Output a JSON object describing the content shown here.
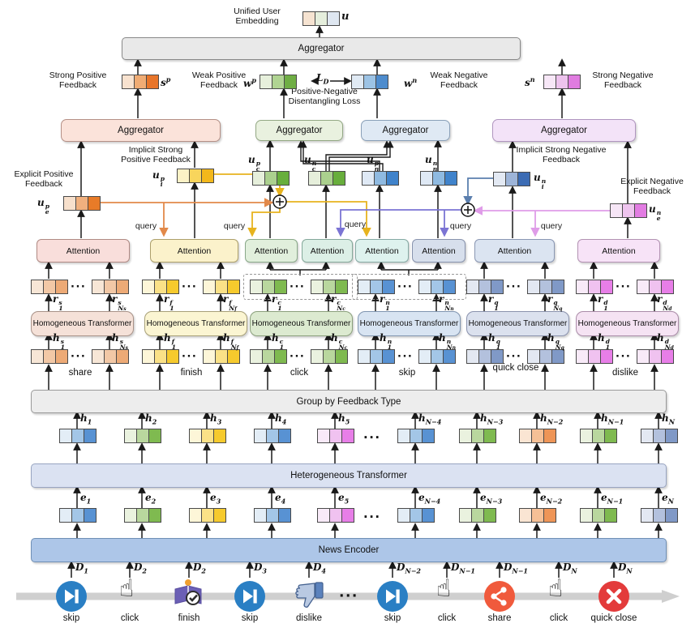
{
  "labels": {
    "aggregator": "Aggregator",
    "attention": "Attention",
    "query": "query",
    "homogeneous_transformer": "Homogeneous Transformer",
    "group_bar": "Group by Feedback Type",
    "heterogeneous_transformer": "Heterogeneous Transformer",
    "news_encoder": "News Encoder",
    "unified_embedding": "Unified User Embedding",
    "loss_caption": "Positive-Negative Disentangling Loss"
  },
  "feedback_texts": {
    "strong_positive": "Strong Positive Feedback",
    "weak_positive": "Weak Positive Feedback",
    "weak_negative": "Weak Negative Feedback",
    "strong_negative": "Strong Negative Feedback",
    "explicit_positive": "Explicit Positive Feedback",
    "implicit_strong_positive": "Implicit Strong Positive Feedback",
    "implicit_strong_negative": "Implicit Strong Negative Feedback",
    "explicit_negative": "Explicit Negative Feedback"
  },
  "symbols": {
    "u": {
      "b": "u"
    },
    "sp": {
      "b": "s",
      "sp": "p"
    },
    "wp": {
      "b": "w",
      "sp": "p"
    },
    "wn": {
      "b": "w",
      "sp": "n"
    },
    "sn": {
      "b": "s",
      "sp": "n"
    },
    "ld": {
      "b": "L",
      "sb": "D"
    },
    "uep": {
      "b": "u",
      "sp": "p",
      "sb": "e"
    },
    "uip": {
      "b": "u",
      "sp": "p",
      "sb": "i"
    },
    "ucp": {
      "b": "u",
      "sp": "p",
      "sb": "c"
    },
    "ucn": {
      "b": "u",
      "sp": "n",
      "sb": "c"
    },
    "unp": {
      "b": "u",
      "sp": "p",
      "sb": "n"
    },
    "unn": {
      "b": "u",
      "sp": "n",
      "sb": "n"
    },
    "uin": {
      "b": "u",
      "sp": "n",
      "sb": "i"
    },
    "uen": {
      "b": "u",
      "sp": "n",
      "sb": "e"
    }
  },
  "palettes": {
    "share": [
      "#f7e6d6",
      "#f2c8a6",
      "#edaa76"
    ],
    "share_strong": [
      "#f7e0cc",
      "#f0b07e",
      "#e87b28"
    ],
    "share_h": [
      "#fae5d3",
      "#f5c096",
      "#ee9557"
    ],
    "finish": [
      "#fdf6d8",
      "#fae187",
      "#f6ca2d"
    ],
    "finish_strong": [
      "#fcf2c6",
      "#f8d55c",
      "#f3b81b"
    ],
    "click": [
      "#eaf2df",
      "#b9d79e",
      "#7fba50"
    ],
    "click_u": [
      "#e6efdb",
      "#abd08e",
      "#68ae3c"
    ],
    "skip": [
      "#e3edf6",
      "#a3c6e7",
      "#5892d3"
    ],
    "skip_u": [
      "#dfe9f5",
      "#8fbae1",
      "#4083cb"
    ],
    "qclose": [
      "#e3e8f2",
      "#b3c1dd",
      "#8099c7"
    ],
    "steel": [
      "#e3e9f3",
      "#9db4d8",
      "#3c6cb4"
    ],
    "dislike": [
      "#f8eaf8",
      "#f0c2f0",
      "#e77ee7"
    ],
    "dislike_strong": [
      "#f6e6f6",
      "#eec4ee",
      "#e27ce2"
    ],
    "wp": [
      "#e7f0dc",
      "#b0d492",
      "#6fae44"
    ],
    "wn": [
      "#e0eaf4",
      "#9cc3e5",
      "#4e8ccd"
    ],
    "sp": [
      "#f8e2cf",
      "#f0ac74",
      "#e8752a"
    ],
    "sn": [
      "#f7e7f7",
      "#edc3ed",
      "#e07ce0"
    ],
    "u": [
      "#f6e3d1",
      "#e5eedc",
      "#dfe7f1"
    ]
  },
  "groups": [
    {
      "name": "share",
      "sp": "s",
      "count_sub": "s",
      "palette": "share"
    },
    {
      "name": "finish",
      "sp": "f",
      "count_sub": "f",
      "palette": "finish"
    },
    {
      "name": "click",
      "sp": "c",
      "count_sub": "c",
      "palette": "click"
    },
    {
      "name": "skip",
      "sp": "n",
      "count_sub": "n",
      "palette": "skip"
    },
    {
      "name": "quick close",
      "sp": "q",
      "count_sub": "q",
      "palette": "qclose"
    },
    {
      "name": "dislike",
      "sp": "d",
      "count_sub": "d",
      "palette": "dislike"
    }
  ],
  "sequence": {
    "indices": [
      "1",
      "2",
      "3",
      "4",
      "5",
      "N−4",
      "N−3",
      "N−2",
      "N−1",
      "N"
    ],
    "palette_keys": [
      "skip",
      "click",
      "finish",
      "skip",
      "dislike",
      "skip",
      "click",
      "share_h",
      "click",
      "qclose"
    ]
  },
  "timeline": [
    {
      "icon": "skip",
      "label": "skip",
      "doc_sub": "1"
    },
    {
      "icon": "hand",
      "label": "click",
      "doc_sub": "2"
    },
    {
      "icon": "finish",
      "label": "finish",
      "doc_sub": "2"
    },
    {
      "icon": "skip",
      "label": "skip",
      "doc_sub": "3"
    },
    {
      "icon": "thumb",
      "label": "dislike",
      "doc_sub": "4"
    },
    {
      "icon": "dots",
      "label": "",
      "doc_sub": ""
    },
    {
      "icon": "skip",
      "label": "skip",
      "doc_sub": "N−2"
    },
    {
      "icon": "hand",
      "label": "click",
      "doc_sub": "N−1"
    },
    {
      "icon": "share",
      "label": "share",
      "doc_sub": "N−1"
    },
    {
      "icon": "hand",
      "label": "click",
      "doc_sub": "N"
    },
    {
      "icon": "close",
      "label": "quick close",
      "doc_sub": "N"
    }
  ]
}
